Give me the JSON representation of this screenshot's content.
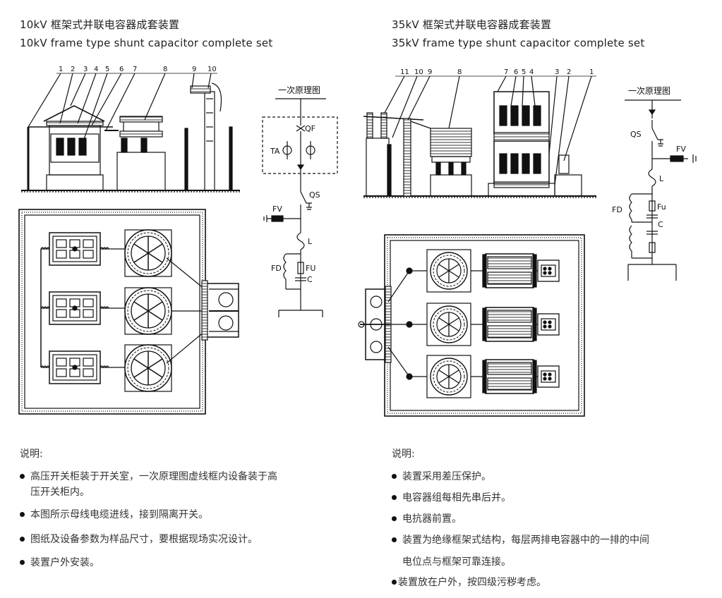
{
  "left": {
    "title_cn": "10kV 框架式并联电容器成套装置",
    "title_en": "10kV frame type shunt capacitor complete set",
    "callouts": [
      "1",
      "2",
      "3",
      "4",
      "5",
      "6",
      "7",
      "8",
      "9",
      "10"
    ],
    "schematic": {
      "heading": "一次原理图",
      "labels": {
        "qf": "QF",
        "ta": "TA",
        "qs": "QS",
        "fv": "FV",
        "l": "L",
        "fd": "FD",
        "fu": "FU",
        "c": "C"
      }
    },
    "notes_title": "说明:",
    "notes": [
      {
        "line1": "高压开关柜装于开关室，一次原理图虚线框内设备装于高",
        "line2": "压开关柜内。"
      },
      {
        "line1": "本图所示母线电缆进线，接到隔离开关。",
        "line2": ""
      },
      {
        "line1": "图纸及设备参数为样品尺寸，要根据现场实况设计。",
        "line2": ""
      },
      {
        "line1": "装置户外安装。",
        "line2": ""
      }
    ]
  },
  "right": {
    "title_cn": "35kV 框架式并联电容器成套装置",
    "title_en": "35kV frame type shunt capacitor complete set",
    "callouts": [
      "11",
      "10",
      "9",
      "8",
      "7",
      "6",
      "5",
      "4",
      "3",
      "2",
      "1"
    ],
    "schematic": {
      "heading": "一次原理图",
      "labels": {
        "qs": "QS",
        "fv": "FV",
        "l": "L",
        "fd": "FD",
        "fu": "Fu",
        "c": "C"
      }
    },
    "notes_title": "说明:",
    "notes": [
      {
        "line1": "装置采用差压保护。",
        "line2": ""
      },
      {
        "line1": "电容器组每相先串后并。",
        "line2": ""
      },
      {
        "line1": "电抗器前置。",
        "line2": ""
      },
      {
        "line1": "装置为绝缘框架式结构，每层两排电容器中的一排的中间",
        "line2": "电位点与框架可靠连接。"
      },
      {
        "line1": "装置放在户外，按四级污秽考虑。",
        "line2": ""
      }
    ]
  }
}
